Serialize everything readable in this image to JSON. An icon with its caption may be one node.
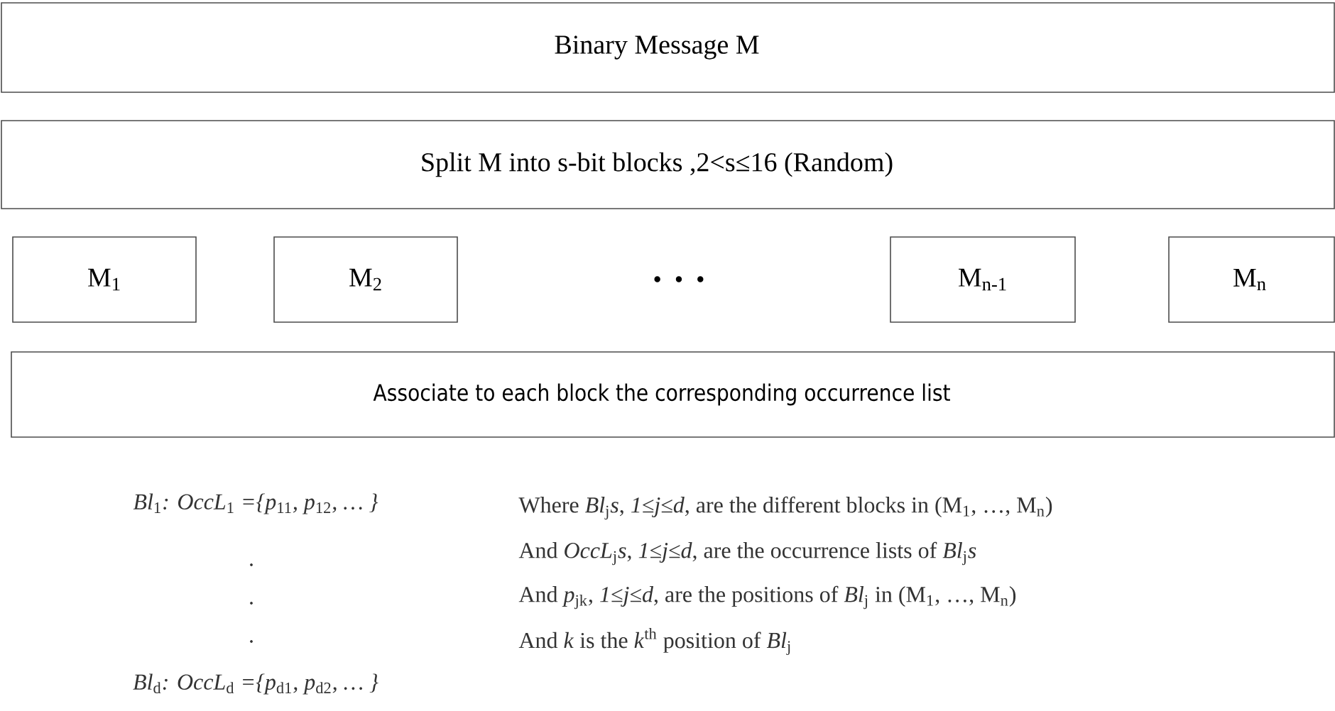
{
  "diagram": {
    "nodes": [
      {
        "text": [
          "Binary Message M"
        ]
      },
      {
        "text": [
          "Split M into s-bit blocks ,2<s≤16 (Random)"
        ]
      },
      {
        "text": [
          "M$_{1}$"
        ]
      },
      {
        "text": [
          "M$_{2}$"
        ]
      },
      {
        "text": [
          "M$_{n-1}$"
        ]
      },
      {
        "text": [
          "M$_{n}$"
        ]
      },
      {
        "text": [
          "Associate to each block the corresponding occurrence list"
        ]
      }
    ],
    "labels": [
      "· · ·",
      "*Bl*$_{1}$*: OccL*$_{1}$ *={p*$_{11}$*, p*$_{12}$*, … }*",
      ".",
      ".",
      ".",
      "*Bl*$_{d}$*: OccL*$_{d}$ *={p*$_{d1}$*, p*$_{d2}$*, … }*",
      "Where *Bl*$_{j}$*s*, *1≤j≤d*, are the different blocks in (M$_{1}$, …, M$_{n}$)",
      "And *OccL*$_{j}$*s*, *1≤j≤d*, are the occurrence lists of *Bl*$_{j}$*s*",
      "And *p*$_{jk}$, *1≤j≤d*, are the positions of *Bl*$_{j}$ in (M$_{1}$, …, M$_{n}$)",
      "And *k* is the *k*$^{th}$ position of *Bl*$_{j}$"
    ]
  }
}
